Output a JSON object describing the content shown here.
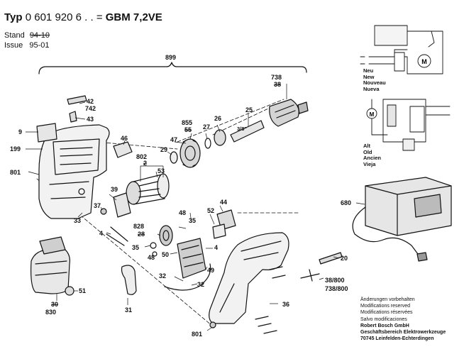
{
  "header": {
    "typ_label": "Typ",
    "typ_number": "0 601 920 6 . .",
    "typ_equals": "=",
    "typ_model": "GBM 7,2VE",
    "stand_label": "Stand",
    "stand_value_struck": "94-10",
    "issue_label": "Issue",
    "issue_value": "95-01"
  },
  "parts": {
    "p899": "899",
    "p738": "738",
    "p38": "38",
    "p42": "42",
    "p742": "742",
    "p43": "43",
    "p9": "9",
    "p199": "199",
    "p801a": "801",
    "p46": "46",
    "p25": "25",
    "p855": "855",
    "p55": "55",
    "p26": "26",
    "p27": "27",
    "p47": "47",
    "p29": "29",
    "p3_8": "3/8\"",
    "p802": "802",
    "p2": "2",
    "p53": "53",
    "p39": "39",
    "p37": "37",
    "p33": "33",
    "p4a": "4",
    "p44": "44",
    "p52": "52",
    "p48a": "48",
    "p35a": "35",
    "p828": "828",
    "p28": "28",
    "p35b": "35",
    "p48b": "48",
    "p50": "50",
    "p4b": "4",
    "p49": "49",
    "p32a": "32",
    "p32b": "32",
    "p20": "20",
    "p51": "51",
    "p30": "30",
    "p830": "830",
    "p31": "31",
    "p36": "36",
    "p801b": "801",
    "p680": "680",
    "p38_800": "38/800",
    "p738_800": "738/800"
  },
  "languages_new": [
    "Neu",
    "New",
    "Nouveau",
    "Nueva"
  ],
  "languages_old": [
    "Alt",
    "Old",
    "Ancien",
    "Vieja"
  ],
  "notes": [
    "Änderungen vorbehalten",
    "Modifications reserved",
    "Modifications réservées",
    "Salvo modificaciones",
    "Robert Bosch GmbH",
    "Geschäftsbereich Elektrowerkzeuge",
    "70745 Leinfelden-Echterdingen"
  ],
  "motor_symbol": "M"
}
